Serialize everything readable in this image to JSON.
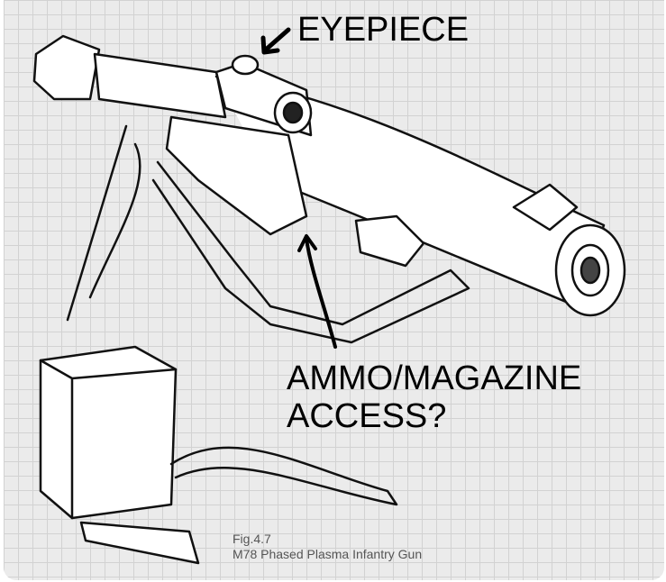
{
  "labels": {
    "eyepiece": "EYEPIECE",
    "ammo_line1": "AMMO/MAGAZINE",
    "ammo_line2": "ACCESS?"
  },
  "caption": {
    "figure": "Fig.4.7",
    "title": "M78 Phased Plasma Infantry Gun"
  }
}
